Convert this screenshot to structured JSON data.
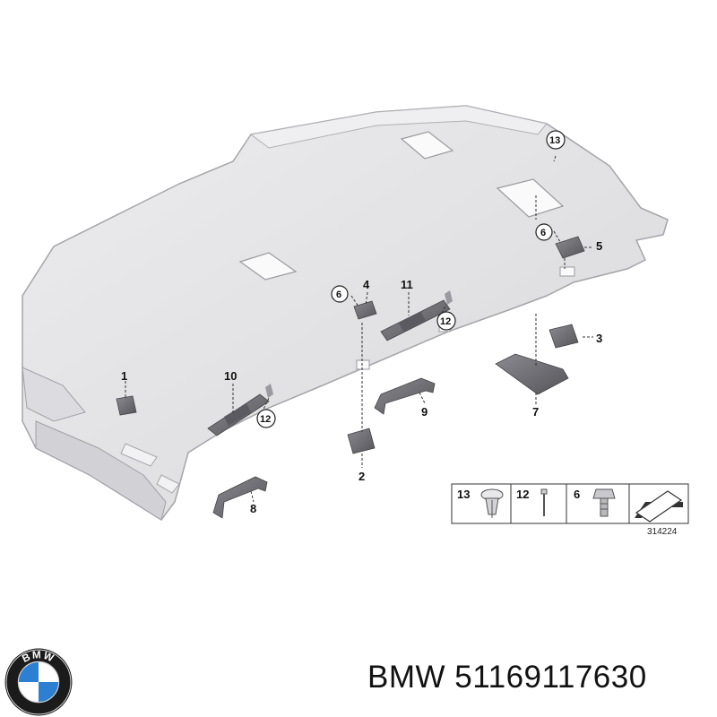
{
  "diagram": {
    "callouts": [
      "1",
      "2",
      "3",
      "4",
      "5",
      "6",
      "6",
      "7",
      "8",
      "9",
      "10",
      "11",
      "12",
      "12",
      "13"
    ],
    "legend": {
      "items": [
        "13",
        "12",
        "6"
      ]
    },
    "reference_number": "314224"
  },
  "footer": {
    "brand_logo_text": "BMW",
    "brand": "BMW",
    "part_number": "51169117630"
  },
  "colors": {
    "headliner": "#e4e4e6",
    "outline": "#9a9aa0",
    "part_dark": "#6d6d72",
    "logo_blue": "#2c7fd2",
    "logo_ring": "#1b1b1b"
  }
}
